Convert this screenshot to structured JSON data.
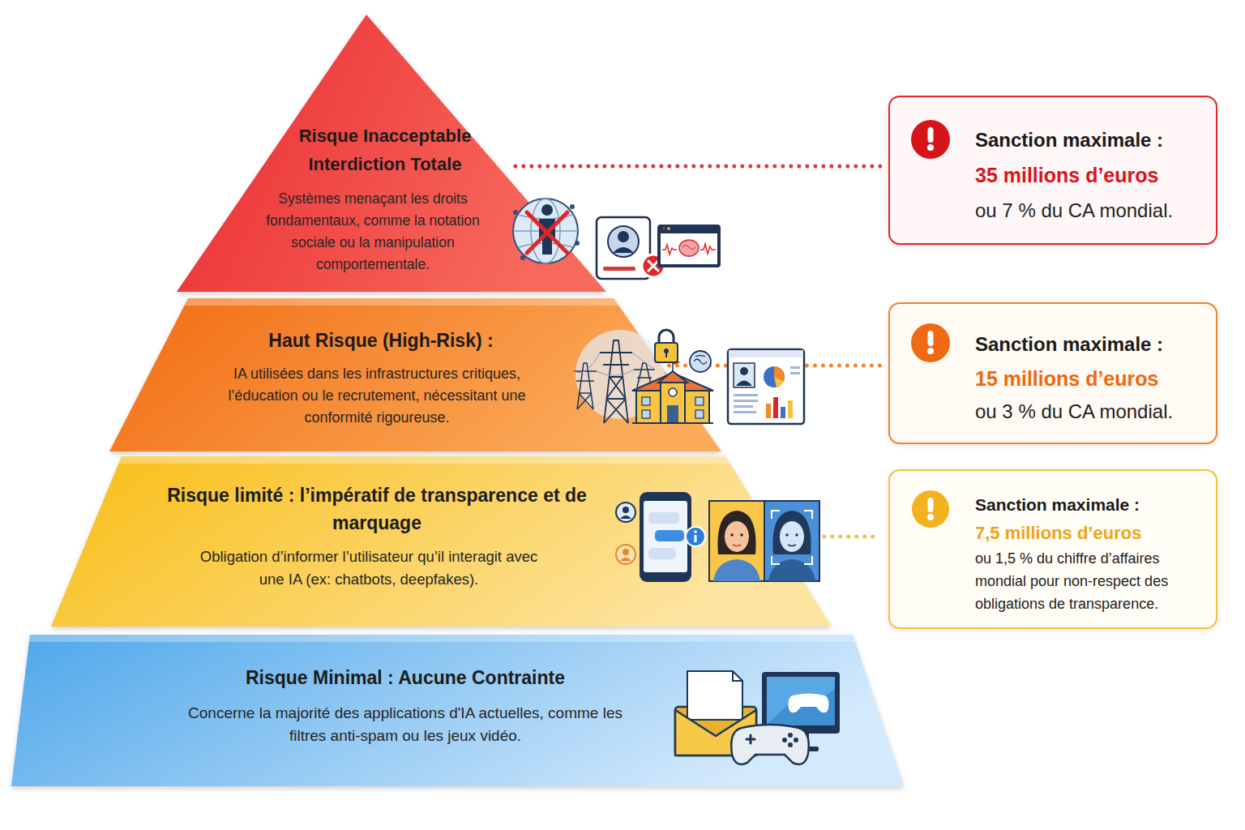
{
  "diagram": {
    "nodes": [
      {
        "text": [
          "Risque Inacceptable Interdiction Totale",
          "Systèmes menaçant les droits fondamentaux, comme la notation sociale ou la manipulation comportementale."
        ]
      },
      {
        "text": [
          "Sanction maximale :",
          "35 millions d’euros",
          "ou 7 % du CA mondial."
        ]
      },
      {
        "text": [
          "Haut Risque (High-Risk) :",
          "IA utilisées dans les infrastructures critiques, l’éducation ou le recrutement, nécessitant une conformité rigoureuse."
        ]
      },
      {
        "text": [
          "Sanction maximale :",
          "15 millions d’euros",
          "ou 3 % du CA mondial."
        ]
      },
      {
        "text": [
          "Risque limité : l’impératif de transparence et de marquage",
          "Obligation d’informer l’utilisateur qu’il interagit avec une IA (ex: chatbots, deepfakes)."
        ]
      },
      {
        "text": [
          "Sanction maximale :",
          "7,5 millions d’euros",
          "ou 1,5 % du chiffre d’affaires mondial pour non-respect des obligations de transparence."
        ]
      },
      {
        "text": [
          "Risque Minimal : Aucune Contrainte",
          "Concerne la majorité des applications d'IA actuelles, comme les filtres anti-spam ou les jeux vidéo."
        ]
      }
    ],
    "edges": [
      {
        "from": 0,
        "to": 1,
        "arrow": "none"
      },
      {
        "from": 2,
        "to": 3,
        "arrow": "none"
      },
      {
        "from": 4,
        "to": 5,
        "arrow": "none"
      }
    ]
  }
}
